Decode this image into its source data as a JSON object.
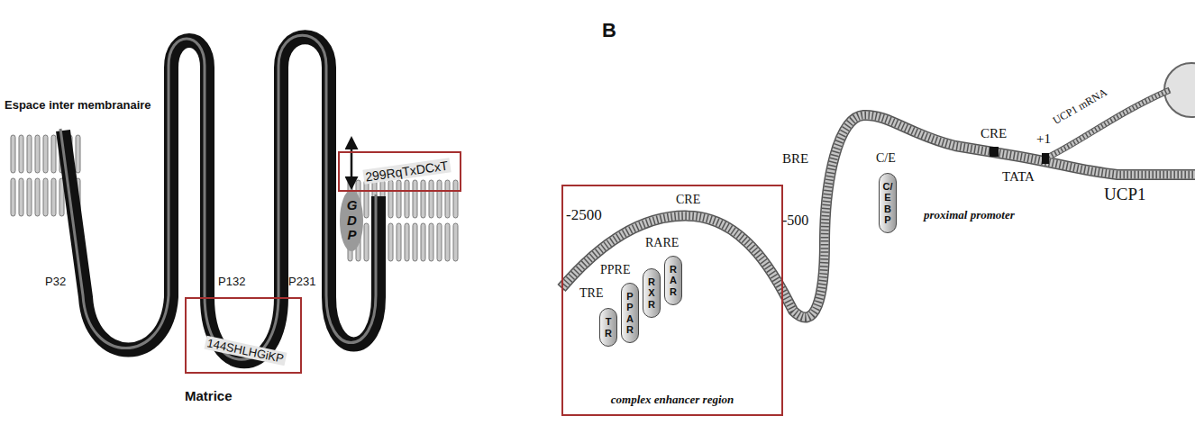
{
  "diagram": {
    "nodes": [
      {
        "text": [
          "299RqTxDCxT"
        ]
      },
      {
        "text": [
          "144SHLHGiKP"
        ]
      },
      {
        "text": [
          "complex enhancer region"
        ]
      },
      {
        "text": [
          "TR"
        ],
        "in": 2
      },
      {
        "text": [
          "PPAR"
        ],
        "in": 2
      },
      {
        "text": [
          "RXR"
        ],
        "in": 2
      },
      {
        "text": [
          "RAR"
        ],
        "in": 2
      },
      {
        "text": [
          "C/EBP"
        ]
      }
    ],
    "labels": [
      "Espace inter membranaire",
      "P32",
      "P132",
      "P231",
      "GDP",
      "Matrice",
      "B",
      "-2500",
      "CRE",
      "RARE",
      "PPRE",
      "TRE",
      "-500",
      "BRE",
      "C/E",
      "proximal promoter",
      "CRE",
      "+1",
      "TATA",
      "UCP1 mRNA",
      "UCP1"
    ]
  }
}
